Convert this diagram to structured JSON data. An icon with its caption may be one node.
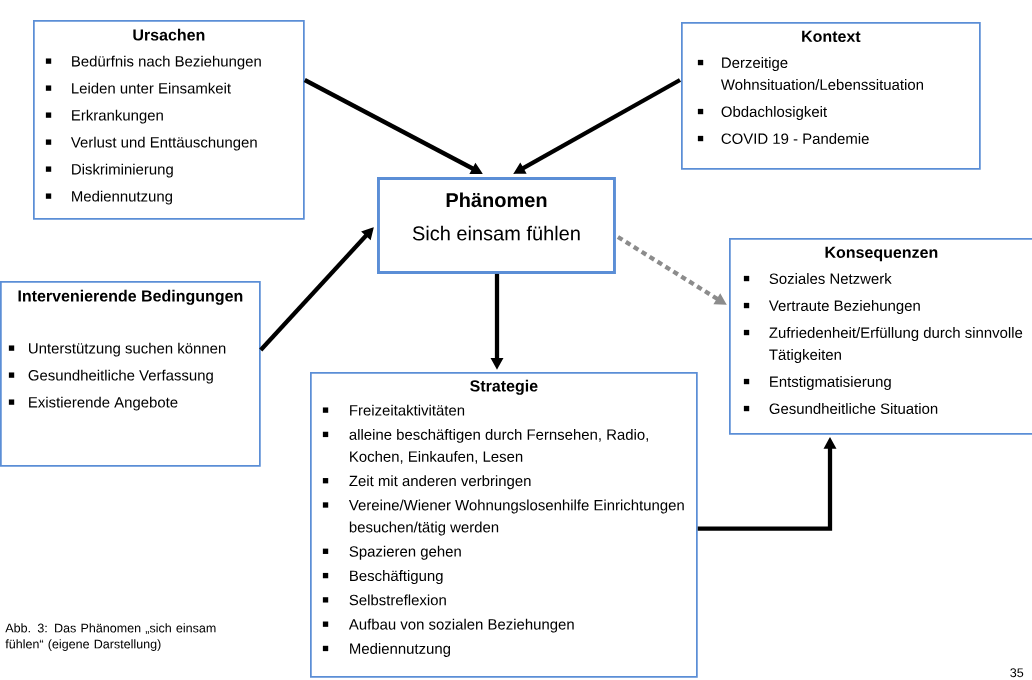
{
  "diagram": {
    "caption": "Abb. 3: Das Phänomen „sich einsam fühlen“ (eigene Darstellung)",
    "nodes": [
      {
        "text": [
          "Ursachen",
          "Bedürfnis nach Beziehungen",
          "Leiden unter Einsamkeit",
          "Erkrankungen",
          "Verlust und Enttäuschungen",
          "Diskriminierung",
          "Mediennutzung"
        ]
      },
      {
        "text": [
          "Kontext",
          "Derzeitige Wohnsituation/Lebenssituation",
          "Obdachlosigkeit",
          "COVID 19 - Pandemie"
        ]
      },
      {
        "text": [
          "Phänomen",
          "Sich einsam fühlen"
        ]
      },
      {
        "text": [
          "Konsequenzen",
          "Soziales Netzwerk",
          "Vertraute Beziehungen",
          "Zufriedenheit/Erfüllung durch sinnvolle Tätigkeiten",
          "Entstigmatisierung",
          "Gesundheitliche Situation"
        ]
      },
      {
        "text": [
          "Intervenierende Bedingungen",
          "Unterstützung suchen können",
          "Gesundheitliche Verfassung",
          "Existierende Angebote"
        ]
      },
      {
        "text": [
          "Strategie",
          "Freizeitaktivitäten",
          "alleine beschäftigen durch Fernsehen, Radio, Kochen, Einkaufen, Lesen",
          "Zeit mit anderen verbringen",
          "Vereine/Wiener Wohnungslosenhilfe Einrichtungen besuchen/tätig werden",
          "Spazieren gehen",
          "Beschäftigung",
          "Selbstreflexion",
          "Aufbau von sozialen Beziehungen",
          "Mediennutzung"
        ]
      }
    ],
    "edges": [
      {
        "from": 0,
        "to": 2,
        "arrow": "to"
      },
      {
        "from": 1,
        "to": 2,
        "arrow": "to"
      },
      {
        "from": 4,
        "to": 2,
        "arrow": "to"
      },
      {
        "from": 2,
        "to": 5,
        "arrow": "to"
      },
      {
        "from": 2,
        "to": 3,
        "arrow": "to",
        "style": "dashed",
        "color": "#8c8c8c"
      },
      {
        "from": 5,
        "to": 3,
        "arrow": "to"
      }
    ],
    "labels": [
      "35"
    ]
  }
}
